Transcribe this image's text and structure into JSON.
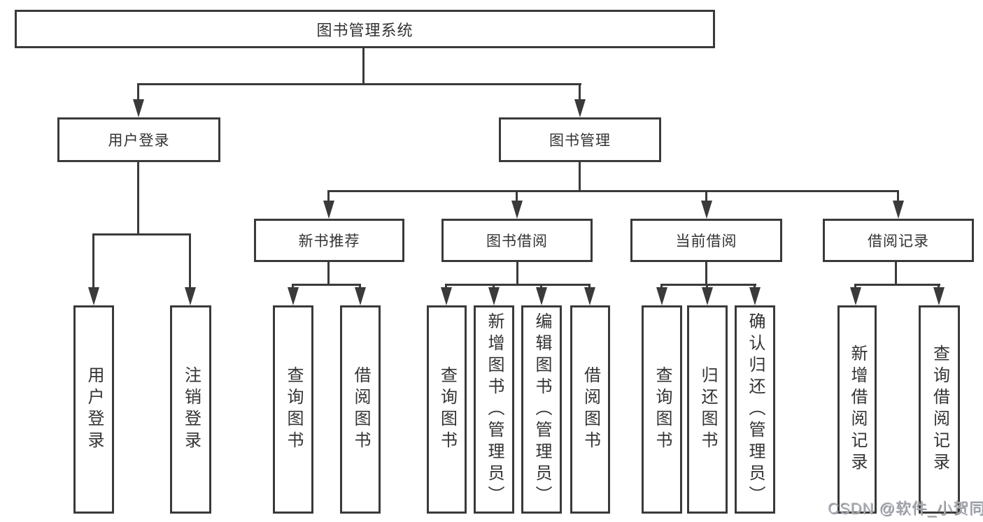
{
  "colors": {
    "line": "#3a3a3a",
    "text": "#333333",
    "background": "#ffffff",
    "watermark": "#aaadb2"
  },
  "tree": {
    "root": {
      "label": "图书管理系统",
      "children": [
        {
          "label": "用户登录",
          "children": [
            {
              "label": "用户登录"
            },
            {
              "label": "注销登录"
            }
          ]
        },
        {
          "label": "图书管理",
          "children": [
            {
              "label": "新书推荐",
              "children": [
                {
                  "label": "查询图书"
                },
                {
                  "label": "借阅图书"
                }
              ]
            },
            {
              "label": "图书借阅",
              "children": [
                {
                  "label": "查询图书"
                },
                {
                  "label": "新增图书（管理员）"
                },
                {
                  "label": "编辑图书（管理员）"
                },
                {
                  "label": "借阅图书"
                }
              ]
            },
            {
              "label": "当前借阅",
              "children": [
                {
                  "label": "查询图书"
                },
                {
                  "label": "归还图书"
                },
                {
                  "label": "确认归还（管理员）"
                }
              ]
            },
            {
              "label": "借阅记录",
              "children": [
                {
                  "label": "新增借阅记录"
                },
                {
                  "label": "查询借阅记录"
                }
              ]
            }
          ]
        }
      ]
    }
  },
  "watermark": {
    "text": "CSDN @软件_小贺同学"
  }
}
